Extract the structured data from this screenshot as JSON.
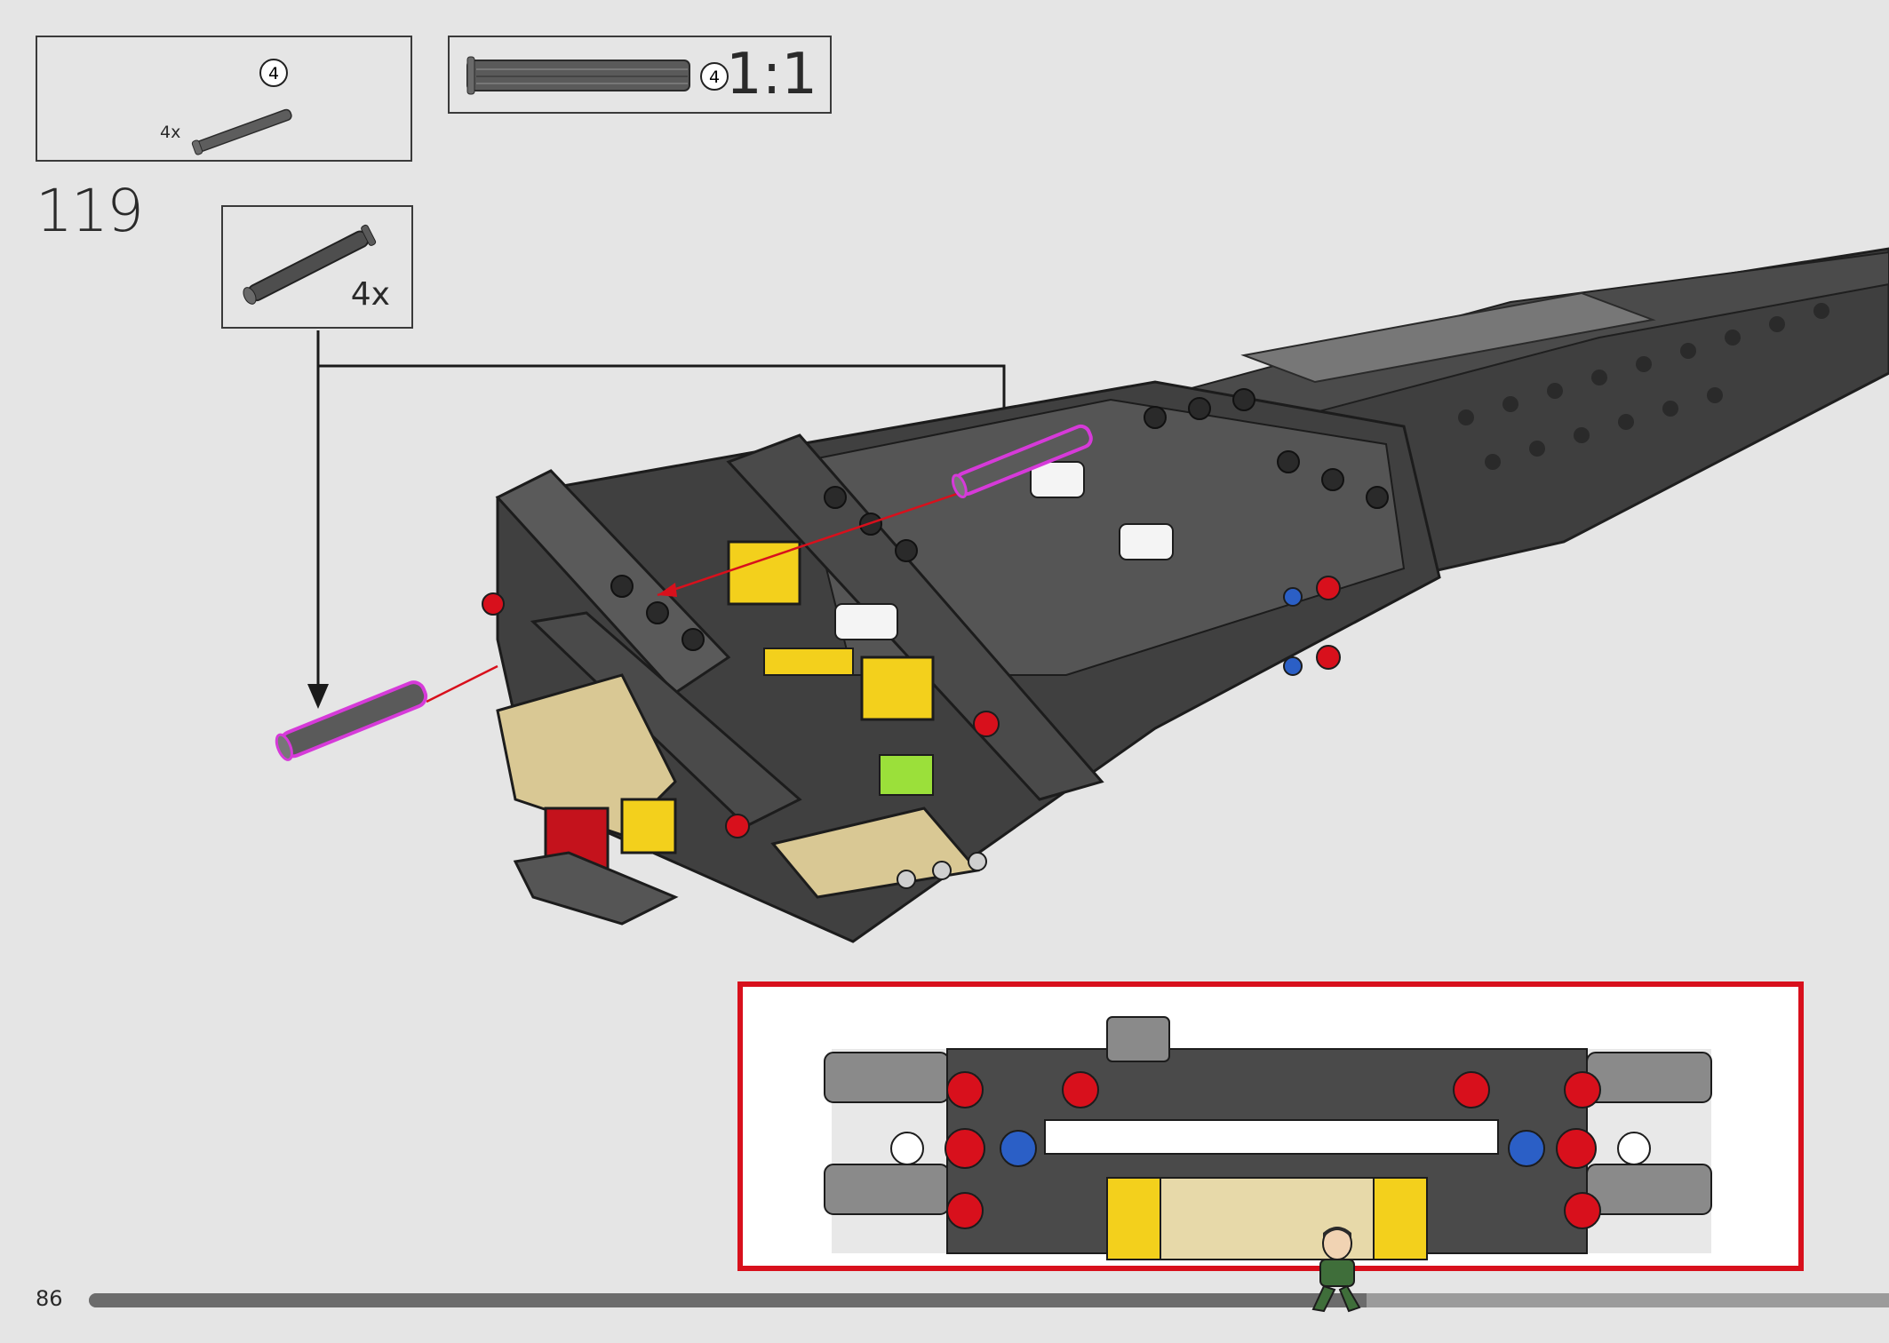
{
  "page": {
    "number": "86"
  },
  "parts_list": {
    "quantity": "4x",
    "callout": "4"
  },
  "scale_check": {
    "callout": "4",
    "ratio": "1:1"
  },
  "step": {
    "number": "119",
    "parts_quantity": "4x"
  },
  "progress": {
    "fraction": 0.71
  },
  "colors": {
    "background": "#e5e5e5",
    "highlight": "#d63ad9",
    "arrow_red": "#d8101c",
    "detail_border": "#d8101c",
    "progress_track": "#9b9b9b",
    "progress_fill": "#6c6c6c"
  },
  "icons": [
    "axle-pin-icon",
    "callout-circle-icon",
    "guide-arrow-icon",
    "minifigure-icon"
  ]
}
